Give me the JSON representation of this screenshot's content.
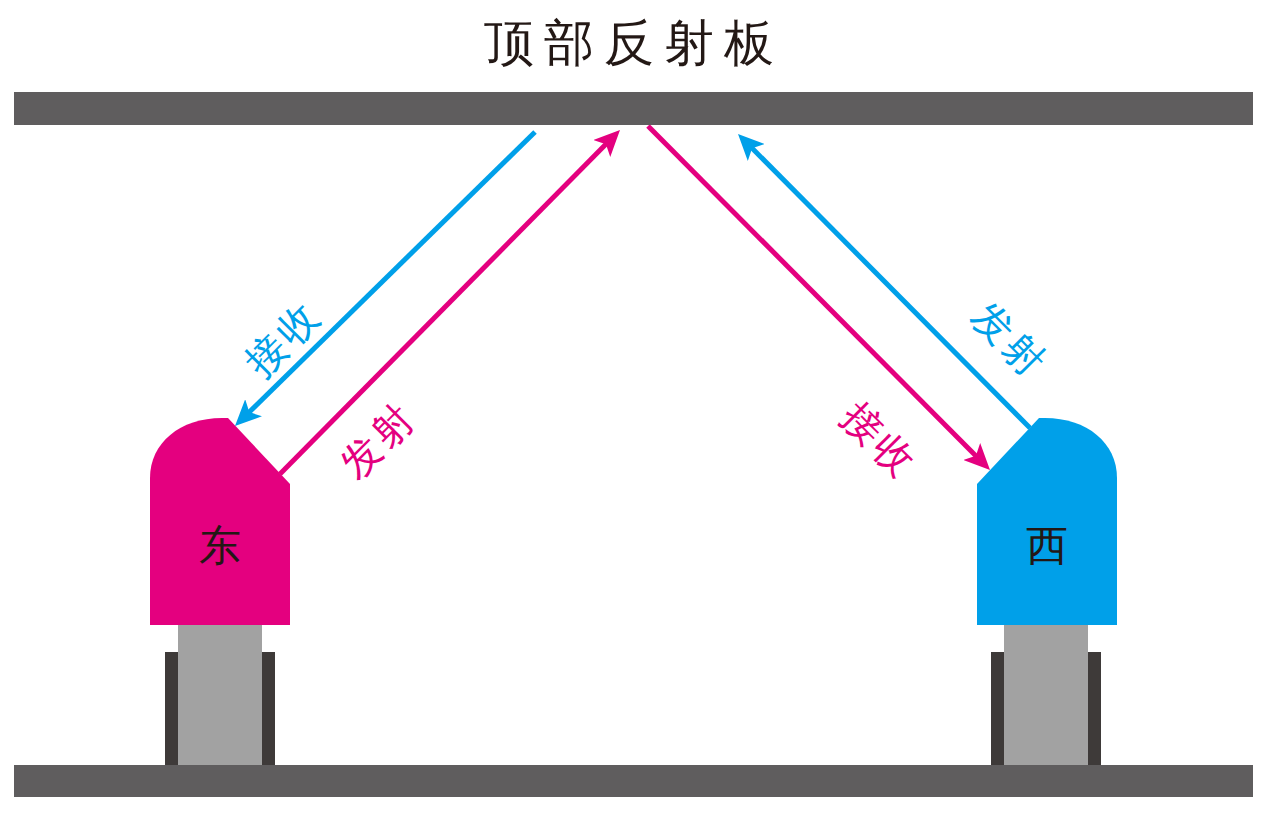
{
  "diagram": {
    "nodes": [
      {
        "text": [
          "顶部反射板"
        ]
      },
      {
        "text": [
          "东"
        ]
      },
      {
        "text": [
          "西"
        ]
      }
    ],
    "edges": [
      {
        "from": 1,
        "to": 0,
        "arrow": "to",
        "label": "发射"
      },
      {
        "from": 0,
        "to": 2,
        "arrow": "to",
        "label": "接收"
      },
      {
        "from": 2,
        "to": 0,
        "arrow": "to",
        "label": "发射"
      },
      {
        "from": 0,
        "to": 1,
        "arrow": "to",
        "label": "接收"
      }
    ]
  }
}
